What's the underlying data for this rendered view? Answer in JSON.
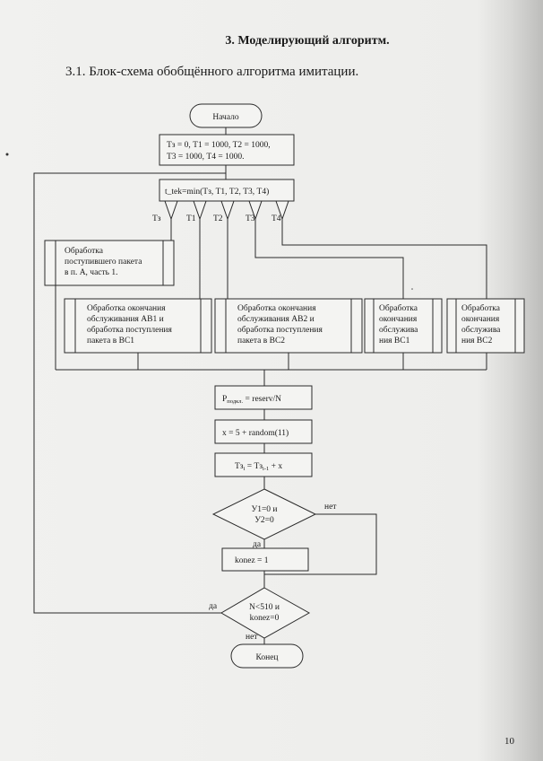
{
  "section_title": "3. Моделирующий алгоритм.",
  "subsection_title": "3.1. Блок-схема обобщённого алгоритма имитации.",
  "page_number": "10",
  "flowchart": {
    "start": "Начало",
    "init_line1": "Тз = 0, Т1 = 1000, Т2 = 1000,",
    "init_line2": "Т3 = 1000, Т4 = 1000.",
    "tmin": "t_tek=min(Тз, Т1, Т2, Т3, Т4)",
    "branches": [
      "Тз",
      "Т1",
      "Т2",
      "Т3",
      "Т4"
    ],
    "proc_a": [
      "Обработка",
      "поступившего пакета",
      "в п. А, часть 1."
    ],
    "proc_ab1": [
      "Обработка окончания",
      "обслуживания АВ1 и",
      "обработка поступления",
      "пакета в ВС1"
    ],
    "proc_ab2": [
      "Обработка окончания",
      "обслуживания АВ2 и",
      "обработка поступления",
      "пакета в ВС2"
    ],
    "proc_bc1": [
      "Обработка",
      "окончания",
      "обслужива",
      "ния ВС1"
    ],
    "proc_bc2": [
      "Обработка",
      "окончания",
      "обслужива",
      "ния ВС2"
    ],
    "p_calc_main": "P",
    "p_calc_sub": "подкл.",
    "p_calc_rest": " = reserv/N",
    "x_calc": "x = 5 + random(11)",
    "t_calc_a": "Тз",
    "t_calc_sub1": "i",
    "t_calc_b": " = Тз",
    "t_calc_sub2": "i-1",
    "t_calc_c": " + x",
    "cond1_line1": "У1=0 и",
    "cond1_line2": "У2=0",
    "cond1_yes": "да",
    "cond1_no": "нет",
    "konez": "konez = 1",
    "cond2_line1": "N<510 и",
    "cond2_line2": "konez=0",
    "cond2_yes": "да",
    "cond2_no": "нет",
    "end": "Конец"
  }
}
